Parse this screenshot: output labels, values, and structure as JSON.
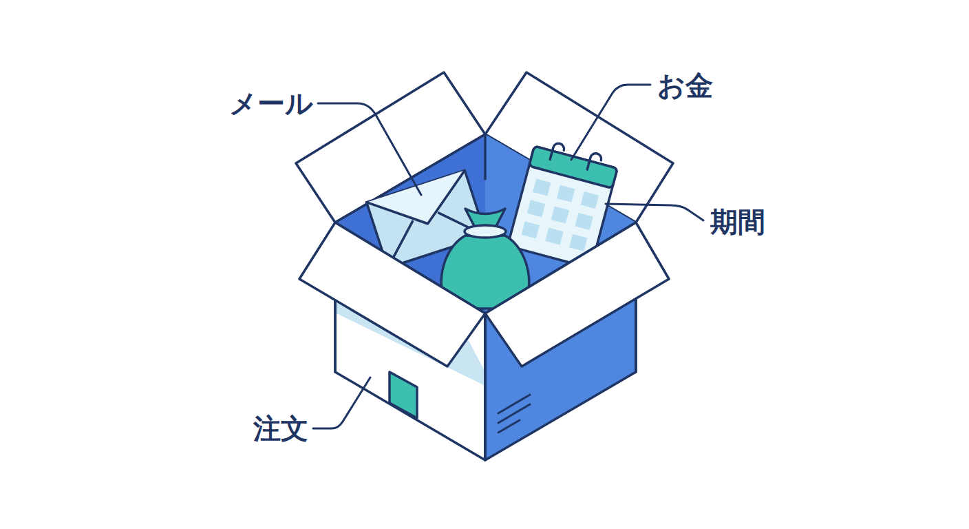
{
  "diagram": {
    "labels": [
      "メール",
      "お金",
      "期間",
      "注文"
    ]
  }
}
